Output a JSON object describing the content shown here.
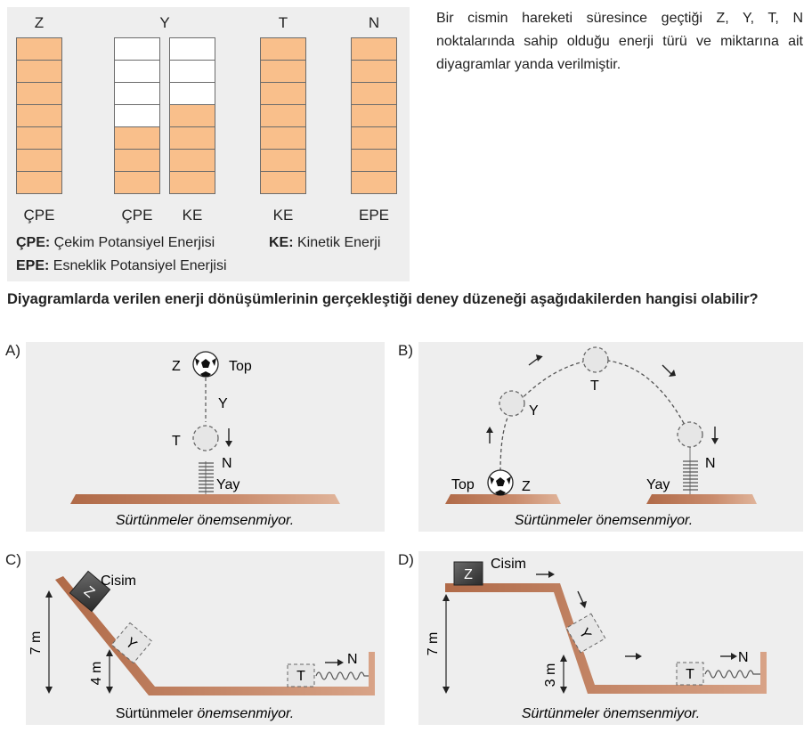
{
  "energy_diagram": {
    "levels_total": 7,
    "points": [
      {
        "point": "Z",
        "bars": [
          {
            "type": "ÇPE",
            "level": 7
          }
        ]
      },
      {
        "point": "Y",
        "bars": [
          {
            "type": "ÇPE",
            "level": 3
          },
          {
            "type": "KE",
            "level": 4
          }
        ]
      },
      {
        "point": "T",
        "bars": [
          {
            "type": "KE",
            "level": 7
          }
        ]
      },
      {
        "point": "N",
        "bars": [
          {
            "type": "EPE",
            "level": 7
          }
        ]
      }
    ],
    "colors": {
      "filled": "#f9bf8b",
      "empty": "#ffffff",
      "border": "#6b6b6b"
    }
  },
  "legend": {
    "cpe_abbr": "ÇPE:",
    "cpe_text": " Çekim Potansiyel Enerjisi",
    "ke_abbr": "KE:",
    "ke_text": " Kinetik Enerji",
    "epe_abbr": "EPE:",
    "epe_text": " Esneklik Potansiyel Enerjisi"
  },
  "intro_text": "Bir cismin hareketi süresince geçtiği Z, Y, T, N noktalarında sahip olduğu enerji türü ve miktarına ait diyagramlar yanda verilmiştir.",
  "question_text": "Diyagramlarda verilen enerji dönüşümlerinin gerçekleştiği deney düzeneği aşağıdakilerden hangisi olabilir?",
  "options": {
    "a": {
      "letter": "A)",
      "labels": {
        "z": "Z",
        "top": "Top",
        "y": "Y",
        "t": "T",
        "n": "N",
        "yay": "Yay"
      },
      "note": "Sürtünmeler önemsenmiyor."
    },
    "b": {
      "letter": "B)",
      "labels": {
        "top": "Top",
        "z": "Z",
        "y": "Y",
        "t": "T",
        "n": "N",
        "yay": "Yay"
      },
      "note": "Sürtünmeler önemsenmiyor."
    },
    "c": {
      "letter": "C)",
      "labels": {
        "cisim": "Cisim",
        "z": "Z",
        "y": "Y",
        "t": "T",
        "n": "N",
        "h1": "7 m",
        "h2": "4 m"
      },
      "note_plain": "Sürtünmeler ",
      "note_italic": "önemsenmiyor."
    },
    "d": {
      "letter": "D)",
      "labels": {
        "cisim": "Cisim",
        "z": "Z",
        "y": "Y",
        "t": "T",
        "n": "N",
        "h1": "7 m",
        "h2": "3 m"
      },
      "note": "Sürtünmeler önemsenmiyor."
    }
  }
}
